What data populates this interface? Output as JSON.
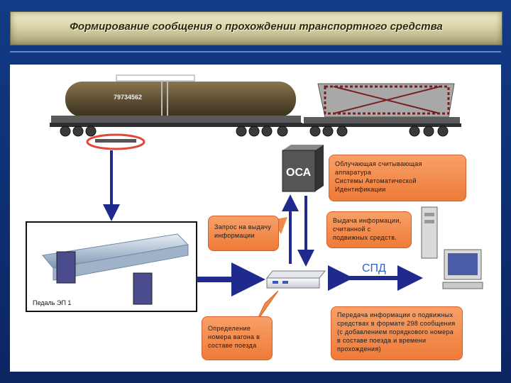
{
  "title": "Формирование сообщения о прохождении транспортного средства",
  "wagon_number": "79734562",
  "osa_label": "ОСА",
  "spd_label": "СПД",
  "pedal_label": "Педаль ЭП 1",
  "boxes": {
    "reader": "Облучающая считывающая\nаппаратура\nСистемы Автоматической\nИдентификации",
    "request": "Запрос на выдачу\nинформации",
    "issue": "Выдача информации,\nсчитанной с\nподвижных средств.",
    "determine": "Определение\nномера вагона в\nсоставе поезда",
    "transfer": "Передача информации о подвижных\nсредствах в формате 298 сообщения\n(с добавлением порядкового номера\nв составе поезда и времени\nпрохождения)"
  },
  "colors": {
    "arrow": "#1f2a8c",
    "box": "#f08a4b",
    "tank": "#5f5034",
    "hopper": "#7a1f1f",
    "rail": "#6f8aa6"
  }
}
